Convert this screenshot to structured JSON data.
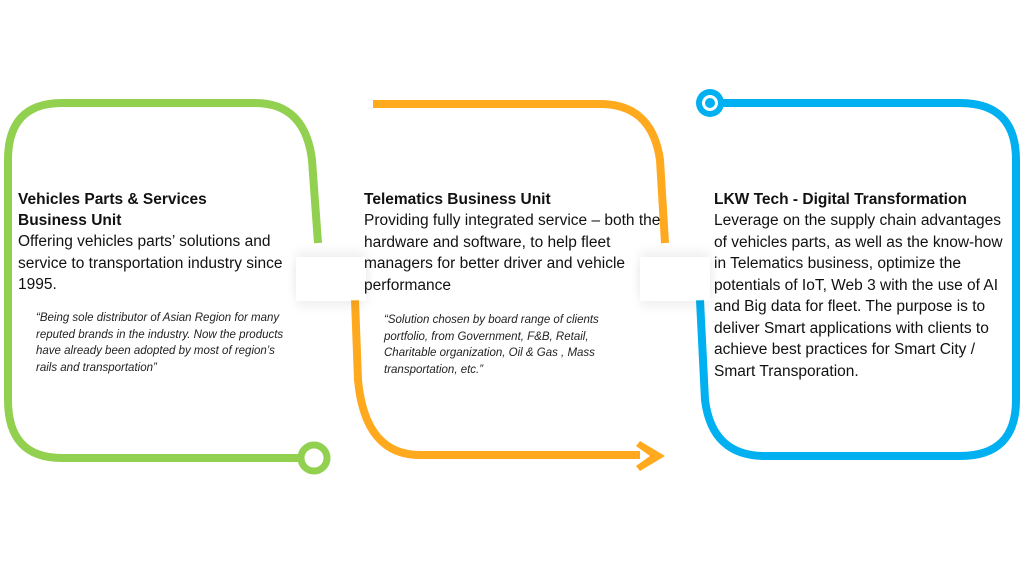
{
  "colors": {
    "green": "#92D050",
    "orange": "#FFA91F",
    "blue": "#00B0F0"
  },
  "units": [
    {
      "title_line1": "Vehicles Parts & Services",
      "title_line2": "Business Unit",
      "body": "Offering vehicles parts’ solutions and service to transportation industry since 1995.",
      "quote": "“Being sole distributor of Asian Region for many reputed brands in the industry. Now the products have already been adopted by most of region’s rails and transportation”"
    },
    {
      "title": "Telematics Business Unit",
      "body": "Providing fully integrated service – both the hardware and software, to help fleet managers for better driver and vehicle performance",
      "quote": "“Solution chosen by board range of clients portfolio, from Government, F&B, Retail, Charitable organization, Oil & Gas , Mass transportation, etc.”"
    },
    {
      "title": "LKW Tech - Digital Transformation",
      "body": "Leverage on the supply chain advantages of vehicles parts, as well as the know-how in Telematics business, optimize the potentials of IoT, Web 3 with the use of AI and Big data for fleet. The purpose is to deliver Smart applications with clients to achieve best practices for Smart City / Smart Transporation."
    }
  ],
  "icons": {
    "start": "ring-start-icon",
    "end": "ring-end-icon",
    "arrow": "arrow-right-icon"
  }
}
